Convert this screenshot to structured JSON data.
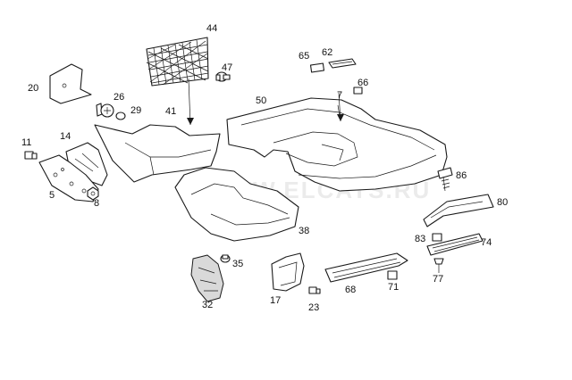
{
  "diagram": {
    "callouts": [
      {
        "id": "44",
        "text": "44"
      },
      {
        "id": "47",
        "text": "47"
      },
      {
        "id": "20",
        "text": "20"
      },
      {
        "id": "26",
        "text": "26"
      },
      {
        "id": "29",
        "text": "29"
      },
      {
        "id": "41",
        "text": "41"
      },
      {
        "id": "50",
        "text": "50"
      },
      {
        "id": "65",
        "text": "65"
      },
      {
        "id": "62",
        "text": "62"
      },
      {
        "id": "66",
        "text": "66"
      },
      {
        "id": "7",
        "text": "7"
      },
      {
        "id": "11",
        "text": "11"
      },
      {
        "id": "14",
        "text": "14"
      },
      {
        "id": "5",
        "text": "5"
      },
      {
        "id": "8",
        "text": "8"
      },
      {
        "id": "86",
        "text": "86"
      },
      {
        "id": "80",
        "text": "80"
      },
      {
        "id": "38",
        "text": "38"
      },
      {
        "id": "83",
        "text": "83"
      },
      {
        "id": "74",
        "text": "74"
      },
      {
        "id": "35",
        "text": "35"
      },
      {
        "id": "32",
        "text": "32"
      },
      {
        "id": "17",
        "text": "17"
      },
      {
        "id": "23",
        "text": "23"
      },
      {
        "id": "68",
        "text": "68"
      },
      {
        "id": "71",
        "text": "71"
      },
      {
        "id": "77",
        "text": "77"
      }
    ],
    "watermark": "WWW.ELCATS.RU"
  }
}
